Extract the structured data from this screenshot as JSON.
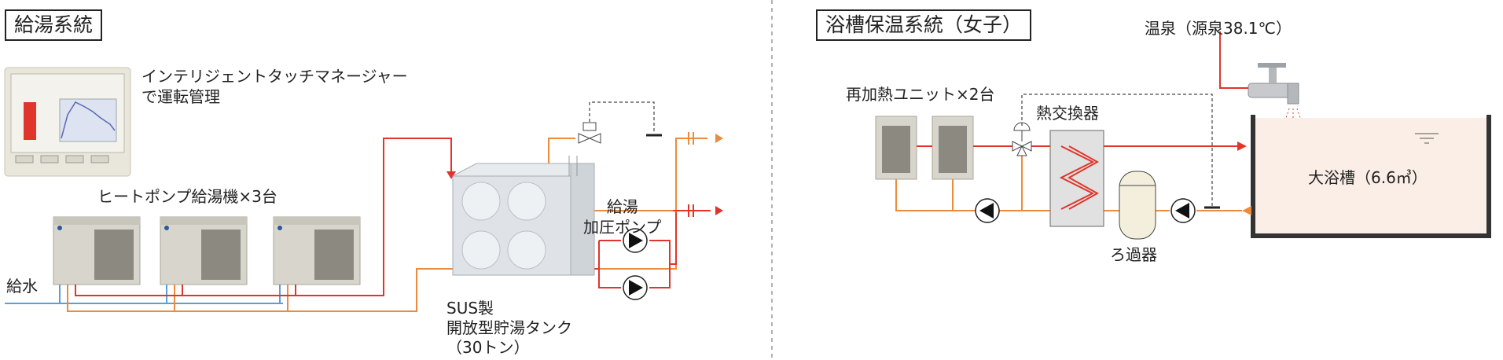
{
  "left_panel": {
    "title": "給湯系統",
    "touch_manager_label": [
      "インテリジェントタッチマネージャー",
      "で運転管理"
    ],
    "heat_pump_label": "ヒートポンプ給湯機×3台",
    "water_supply_label": "給水",
    "booster_pump_label": [
      "給湯",
      "加圧ポンプ"
    ],
    "tank_label": [
      "SUS製",
      "開放型貯湯タンク",
      "（30トン）"
    ]
  },
  "right_panel": {
    "title": "浴槽保温系統（女子）",
    "hot_spring_label": "温泉（源泉38.1℃）",
    "reheat_unit_label": "再加熱ユニット×2台",
    "heat_exchanger_label": "熱交換器",
    "bath_label": "大浴槽（6.6㎥）",
    "filter_label": "ろ過器"
  },
  "colors": {
    "hot_line": "#e0352a",
    "warm_line": "#ee8a3c",
    "cold_line": "#5aa0d8",
    "control_line": "#444444",
    "bath_fill": "#fbeee6"
  }
}
